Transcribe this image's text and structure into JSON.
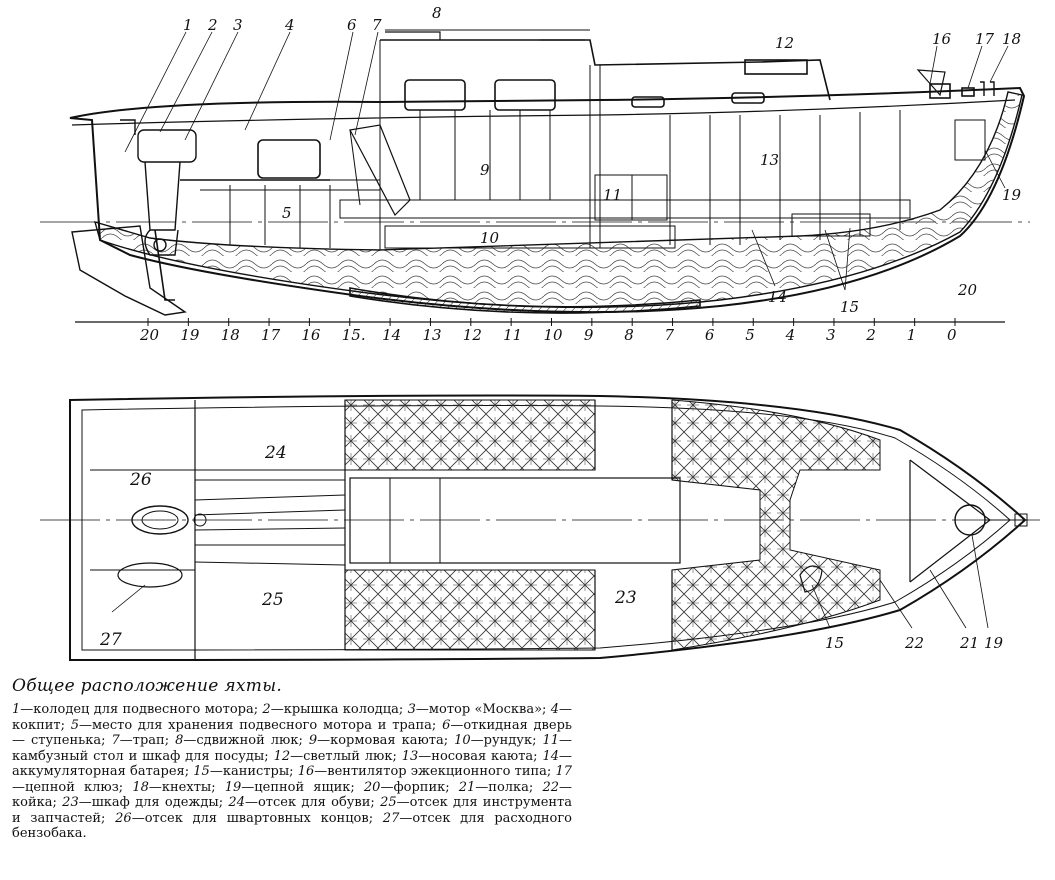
{
  "caption": {
    "title": "Общее расположение яхты.",
    "legend": [
      {
        "n": "1",
        "text": "колодец для подвесного мотора;"
      },
      {
        "n": "2",
        "text": "крышка колодца;"
      },
      {
        "n": "3",
        "text": "мотор «Москва»;"
      },
      {
        "n": "4",
        "text": "кокпит;"
      },
      {
        "n": "5",
        "text": "место для хранения подвесного мотора и трапа;"
      },
      {
        "n": "6",
        "text": "откидная дверь — ступенька;"
      },
      {
        "n": "7",
        "text": "трап;"
      },
      {
        "n": "8",
        "text": "сдвижной люк;"
      },
      {
        "n": "9",
        "text": "кормовая каюта;"
      },
      {
        "n": "10",
        "text": "рундук;"
      },
      {
        "n": "11",
        "text": "камбузный стол и шкаф для посуды;"
      },
      {
        "n": "12",
        "text": "светлый люк;"
      },
      {
        "n": "13",
        "text": "носовая каюта;"
      },
      {
        "n": "14",
        "text": "аккумуляторная батарея;"
      },
      {
        "n": "15",
        "text": "канистры;"
      },
      {
        "n": "16",
        "text": "вентилятор эжекционного типа;"
      },
      {
        "n": "17",
        "text": "цепной клюз;"
      },
      {
        "n": "18",
        "text": "кнехты;"
      },
      {
        "n": "19",
        "text": "цепной ящик;"
      },
      {
        "n": "20",
        "text": "форпик;"
      },
      {
        "n": "21",
        "text": "полка;"
      },
      {
        "n": "22",
        "text": "койка;"
      },
      {
        "n": "23",
        "text": "шкаф для одежды;"
      },
      {
        "n": "24",
        "text": "отсек для обуви;"
      },
      {
        "n": "25",
        "text": "отсек для инструмента и запчастей;"
      },
      {
        "n": "26",
        "text": "отсек для швартовных концов;"
      },
      {
        "n": "27",
        "text": "отсек для расходного бензобака."
      }
    ]
  },
  "side_view": {
    "callouts_top": [
      "1",
      "2",
      "3",
      "4",
      "6",
      "7",
      "8",
      "12",
      "16",
      "17",
      "18"
    ],
    "callouts_body": [
      "9",
      "13",
      "11",
      "5",
      "10",
      "14",
      "15",
      "19",
      "20"
    ],
    "stations": [
      "20",
      "19",
      "18",
      "17",
      "16",
      "15.",
      "14",
      "13",
      "12",
      "11",
      "10",
      "9",
      "8",
      "7",
      "6",
      "5",
      "4",
      "3",
      "2",
      "1",
      "0"
    ]
  },
  "plan_view": {
    "labels": [
      "26",
      "24",
      "25",
      "27",
      "23",
      "15",
      "22",
      "21",
      "19"
    ]
  }
}
